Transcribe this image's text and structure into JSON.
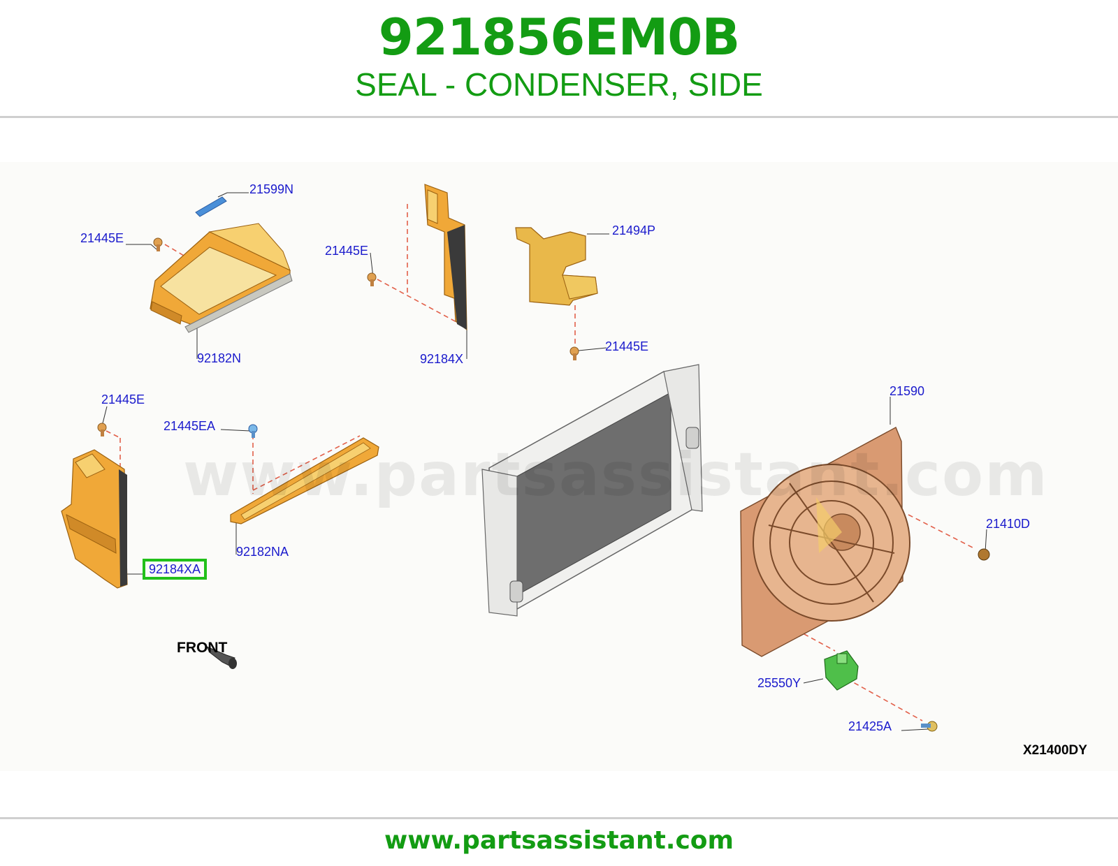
{
  "header": {
    "part_number": "921856EM0B",
    "description": "SEAL - CONDENSER, SIDE"
  },
  "colors": {
    "title_green": "#139c13",
    "callout_blue": "#1a1acc",
    "highlight_green": "#22c01a",
    "part_orange": "#f0a838",
    "part_light": "#f7e2a0",
    "shroud_copper": "#d99a72",
    "radiator_grey": "#6e6e6e",
    "resistor_green": "#4fbf4a"
  },
  "diagram": {
    "callouts": [
      {
        "id": "21599N",
        "text": "21599N",
        "highlighted": false
      },
      {
        "id": "21445E-a",
        "text": "21445E",
        "highlighted": false
      },
      {
        "id": "92182N",
        "text": "92182N",
        "highlighted": false
      },
      {
        "id": "21445E-b",
        "text": "21445E",
        "highlighted": false
      },
      {
        "id": "92184X",
        "text": "92184X",
        "highlighted": false
      },
      {
        "id": "21494P",
        "text": "21494P",
        "highlighted": false
      },
      {
        "id": "21445E-c",
        "text": "21445E",
        "highlighted": false
      },
      {
        "id": "21445E-d",
        "text": "21445E",
        "highlighted": false
      },
      {
        "id": "21445EA",
        "text": "21445EA",
        "highlighted": false
      },
      {
        "id": "92182NA",
        "text": "92182NA",
        "highlighted": false
      },
      {
        "id": "92184XA",
        "text": "92184XA",
        "highlighted": true
      },
      {
        "id": "21590",
        "text": "21590",
        "highlighted": false
      },
      {
        "id": "21410D",
        "text": "21410D",
        "highlighted": false
      },
      {
        "id": "25550Y",
        "text": "25550Y",
        "highlighted": false
      },
      {
        "id": "21425A",
        "text": "21425A",
        "highlighted": false
      }
    ],
    "front_label": "FRONT",
    "diagram_id": "X21400DY",
    "watermark": "www.partsassistant.com"
  },
  "footer": {
    "url": "www.partsassistant.com"
  }
}
